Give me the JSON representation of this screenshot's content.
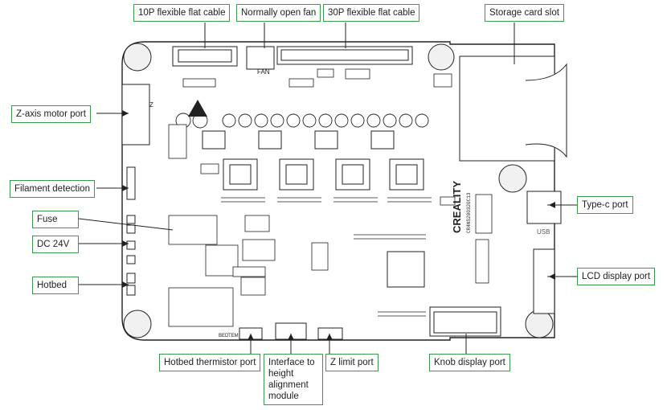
{
  "callouts": {
    "flat_cable_10p": "10P flexible flat cable",
    "fan": "Normally open fan",
    "flat_cable_30p": "30P flexible flat cable",
    "storage": "Storage card slot",
    "z_motor": "Z-axis motor port",
    "filament": "Filament detection",
    "fuse": "Fuse",
    "dc24": "DC 24V",
    "hotbed": "Hotbed",
    "typec": "Type-c port",
    "lcd": "LCD display port",
    "thermistor": "Hotbed thermistor port",
    "height_module": "Interface to\nheight\nalignment\nmodule",
    "z_limit": "Z limit port",
    "knob": "Knob display port"
  },
  "board": {
    "brand": "CREALITY",
    "model": "CR4NS200320C13",
    "label_usb": "USB",
    "label_bed": "BED",
    "label_tem": "TEM",
    "label_fan": "FAN",
    "label_z": "Z"
  },
  "colors": {
    "accent": "#3a9a49",
    "line": "#222222"
  }
}
